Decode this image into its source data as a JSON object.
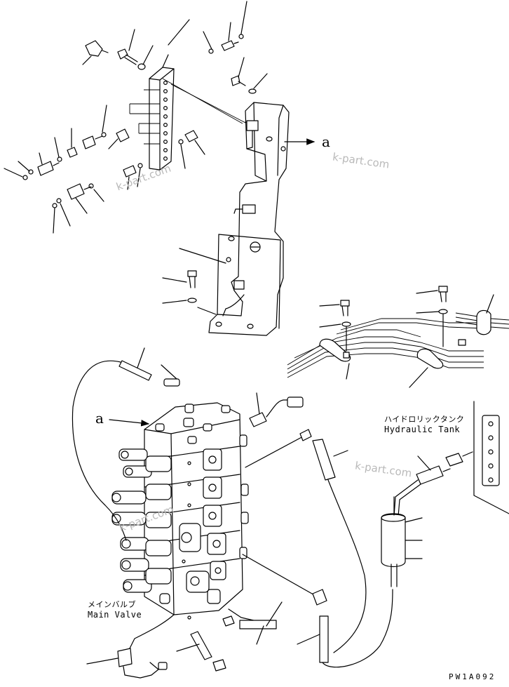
{
  "labels": {
    "hydraulic_tank_jp": "ハイドロリックタンク",
    "hydraulic_tank_en": "Hydraulic Tank",
    "main_valve_jp": "メインバルブ",
    "main_valve_en": "Main Valve",
    "callout_a_top": "a",
    "callout_a_left": "a",
    "drawing_code": "PW1A092"
  },
  "watermarks": [
    "k-part.com",
    "k-part.com",
    "k-part.com",
    "k-part.com"
  ],
  "icons": [
    "arrow-right-icon"
  ]
}
